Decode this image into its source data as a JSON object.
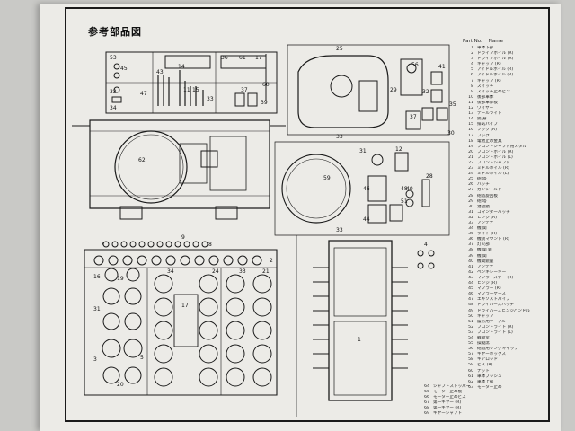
{
  "title": "参考部品図",
  "legend": {
    "header_part": "Part No.",
    "header_name": "Name",
    "items": [
      {
        "n": "1",
        "name": "車体下部"
      },
      {
        "n": "2",
        "name": "ドライブホイル (R)"
      },
      {
        "n": "3",
        "name": "ドライブホイル (R)"
      },
      {
        "n": "4",
        "name": "キャップ (R)"
      },
      {
        "n": "5",
        "name": "アイドルホイル (R)"
      },
      {
        "n": "6",
        "name": "アイドルホイル (R)"
      },
      {
        "n": "7",
        "name": "キャップ (R)"
      },
      {
        "n": "8",
        "name": "スイッチ"
      },
      {
        "n": "9",
        "name": "スイッチ止めピン"
      },
      {
        "n": "10",
        "name": "後部車体"
      },
      {
        "n": "11",
        "name": "後部車体板"
      },
      {
        "n": "12",
        "name": "ワイヤー"
      },
      {
        "n": "13",
        "name": "テールライト"
      },
      {
        "n": "14",
        "name": "銃 身"
      },
      {
        "n": "15",
        "name": "排気パイプ"
      },
      {
        "n": "16",
        "name": "フック (R)"
      },
      {
        "n": "17",
        "name": "フック"
      },
      {
        "n": "18",
        "name": "電池止め金具"
      },
      {
        "n": "19",
        "name": "フロントシャフト用メタル"
      },
      {
        "n": "20",
        "name": "フロントホイル (R)"
      },
      {
        "n": "21",
        "name": "フロントホイル (L)"
      },
      {
        "n": "22",
        "name": "フロントシャフト"
      },
      {
        "n": "23",
        "name": "ミドルホイル (R)"
      },
      {
        "n": "24",
        "name": "ミドルホイル (L)"
      },
      {
        "n": "25",
        "name": "砲 塔"
      },
      {
        "n": "26",
        "name": "ハッチ"
      },
      {
        "n": "27",
        "name": "ガンシールド"
      },
      {
        "n": "28",
        "name": "砲塔旋回板"
      },
      {
        "n": "29",
        "name": "砲 塔"
      },
      {
        "n": "30",
        "name": "潜望鏡"
      },
      {
        "n": "31",
        "name": "コマンダーハッチ"
      },
      {
        "n": "32",
        "name": "ヒンジ (R)"
      },
      {
        "n": "33",
        "name": "アンテナ"
      },
      {
        "n": "34",
        "name": "機 関"
      },
      {
        "n": "35",
        "name": "ライト (R)"
      },
      {
        "n": "36",
        "name": "機銃マウント (R)"
      },
      {
        "n": "37",
        "name": "灯火部"
      },
      {
        "n": "38",
        "name": "機 関 銃"
      },
      {
        "n": "39",
        "name": "機 関"
      },
      {
        "n": "40",
        "name": "機関銃座"
      },
      {
        "n": "41",
        "name": "アンテナ"
      },
      {
        "n": "42",
        "name": "ペンキレーキー"
      },
      {
        "n": "43",
        "name": "マフラーステー (R)"
      },
      {
        "n": "44",
        "name": "ヒンジ (R)"
      },
      {
        "n": "45",
        "name": "マフラー (R)"
      },
      {
        "n": "46",
        "name": "マフラーケース"
      },
      {
        "n": "47",
        "name": "エキゾストパイプ"
      },
      {
        "n": "48",
        "name": "ドライバーズハッチ"
      },
      {
        "n": "49",
        "name": "ドライバーズヒンジハンドル"
      },
      {
        "n": "50",
        "name": "キャップ"
      },
      {
        "n": "51",
        "name": "履帯用テーブル"
      },
      {
        "n": "52",
        "name": "フロントライト (R)"
      },
      {
        "n": "53",
        "name": "フロントライト (L)"
      },
      {
        "n": "54",
        "name": "戦闘室"
      },
      {
        "n": "55",
        "name": "操縦席"
      },
      {
        "n": "56",
        "name": "砲塔用リングキャップ"
      },
      {
        "n": "57",
        "name": "ギヤーボックス"
      },
      {
        "n": "58",
        "name": "ギアロッド"
      },
      {
        "n": "59",
        "name": "ビス (R)"
      },
      {
        "n": "60",
        "name": "ナット"
      },
      {
        "n": "61",
        "name": "車体ブッシュ"
      },
      {
        "n": "62",
        "name": "車体上部"
      },
      {
        "n": "63",
        "name": "モーター止め"
      }
    ],
    "extra": [
      {
        "n": "64",
        "name": "シャフトストッパー"
      },
      {
        "n": "65",
        "name": "モーター止め板"
      },
      {
        "n": "66",
        "name": "モーター止めビス"
      },
      {
        "n": "67",
        "name": "第一ギヤー (R)"
      },
      {
        "n": "68",
        "name": "第一ギヤー (R)"
      },
      {
        "n": "69",
        "name": "ギヤーシャフト"
      }
    ]
  },
  "part_labels": {
    "sprue_a_top": [
      "36",
      "61",
      "17"
    ],
    "sprue_a_left": [
      "53",
      "45",
      "32",
      "34"
    ],
    "sprue_a_mid": [
      "43",
      "14",
      "47",
      "11",
      "15",
      "37",
      "60",
      "33",
      "39"
    ],
    "turret": [
      "25",
      "56",
      "41",
      "29",
      "32",
      "35",
      "37",
      "30",
      "33"
    ],
    "hull": [
      "62"
    ],
    "ring": [
      "59",
      "31",
      "12",
      "46",
      "40",
      "51",
      "44",
      "28",
      "33",
      "48"
    ],
    "wheels_row": [
      "7",
      "9",
      "8",
      "2"
    ],
    "wheels_left": [
      "16",
      "19",
      "31",
      "3",
      "20",
      "5"
    ],
    "wheels_grid": [
      "34",
      "24",
      "33",
      "21",
      "17"
    ],
    "chassis": [
      "1",
      "4"
    ]
  }
}
